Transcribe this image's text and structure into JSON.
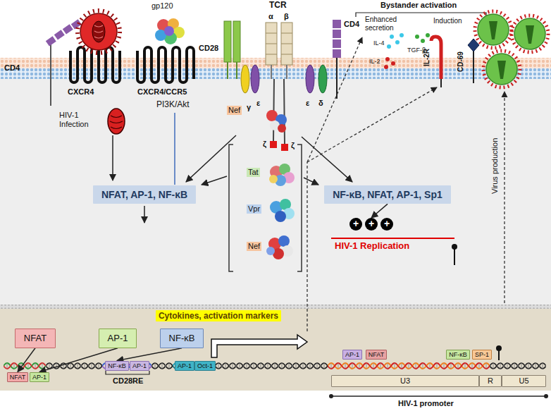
{
  "diagram": {
    "nodes": [
      {
        "text": [
          "NFAT, AP-1, NF-κB"
        ]
      },
      {
        "text": [
          "NF-κB, NFAT, AP-1, Sp1"
        ]
      },
      {
        "text": [
          "+"
        ]
      },
      {
        "text": [
          "+"
        ]
      },
      {
        "text": [
          "+"
        ]
      },
      {
        "text": [
          "Cytokines, activation markers"
        ]
      },
      {
        "text": [
          "NFAT"
        ]
      },
      {
        "text": [
          "AP-1"
        ]
      },
      {
        "text": [
          "NF-κB"
        ]
      },
      {
        "text": [
          "NFAT"
        ]
      },
      {
        "text": [
          "AP-1"
        ]
      },
      {
        "text": [
          "NF-κB"
        ]
      },
      {
        "text": [
          "AP-1"
        ]
      },
      {
        "text": [
          "AP-1"
        ]
      },
      {
        "text": [
          "Oct-1"
        ]
      },
      {
        "text": [
          "AP-1"
        ]
      },
      {
        "text": [
          "NFAT"
        ]
      },
      {
        "text": [
          "NF-κB"
        ]
      },
      {
        "text": [
          "SP-1"
        ]
      },
      {
        "text": [
          "U3"
        ]
      },
      {
        "text": [
          "R"
        ]
      },
      {
        "text": [
          "U5"
        ]
      }
    ],
    "edges": [
      {
        "from": 1,
        "to": 3,
        "arrow": "to"
      },
      {
        "from": 6,
        "to": 9,
        "arrow": "to"
      },
      {
        "from": 7,
        "to": 10,
        "arrow": "to"
      },
      {
        "from": 8,
        "to": 11,
        "arrow": "to"
      }
    ],
    "labels": [
      "CD4",
      "gp120",
      "CXCR4",
      "CXCR4/CCR5",
      "CD28",
      "TCR",
      "α",
      "β",
      "CD4",
      "Bystander activation",
      "Enhanced secretion",
      "Induction",
      "IL-4",
      "TGF-β",
      "IL-2",
      "IL-2R",
      "CD-69",
      "Nef",
      "γ",
      "ε",
      "ζ",
      "ζ",
      "ε",
      "δ",
      "HIV-1 Infection",
      "PI3K/Akt",
      "Tat",
      "Vpr",
      "Nef",
      "Virus production",
      "HIV-1 Replication",
      "CD28RE",
      "HIV-1 promoter"
    ]
  }
}
